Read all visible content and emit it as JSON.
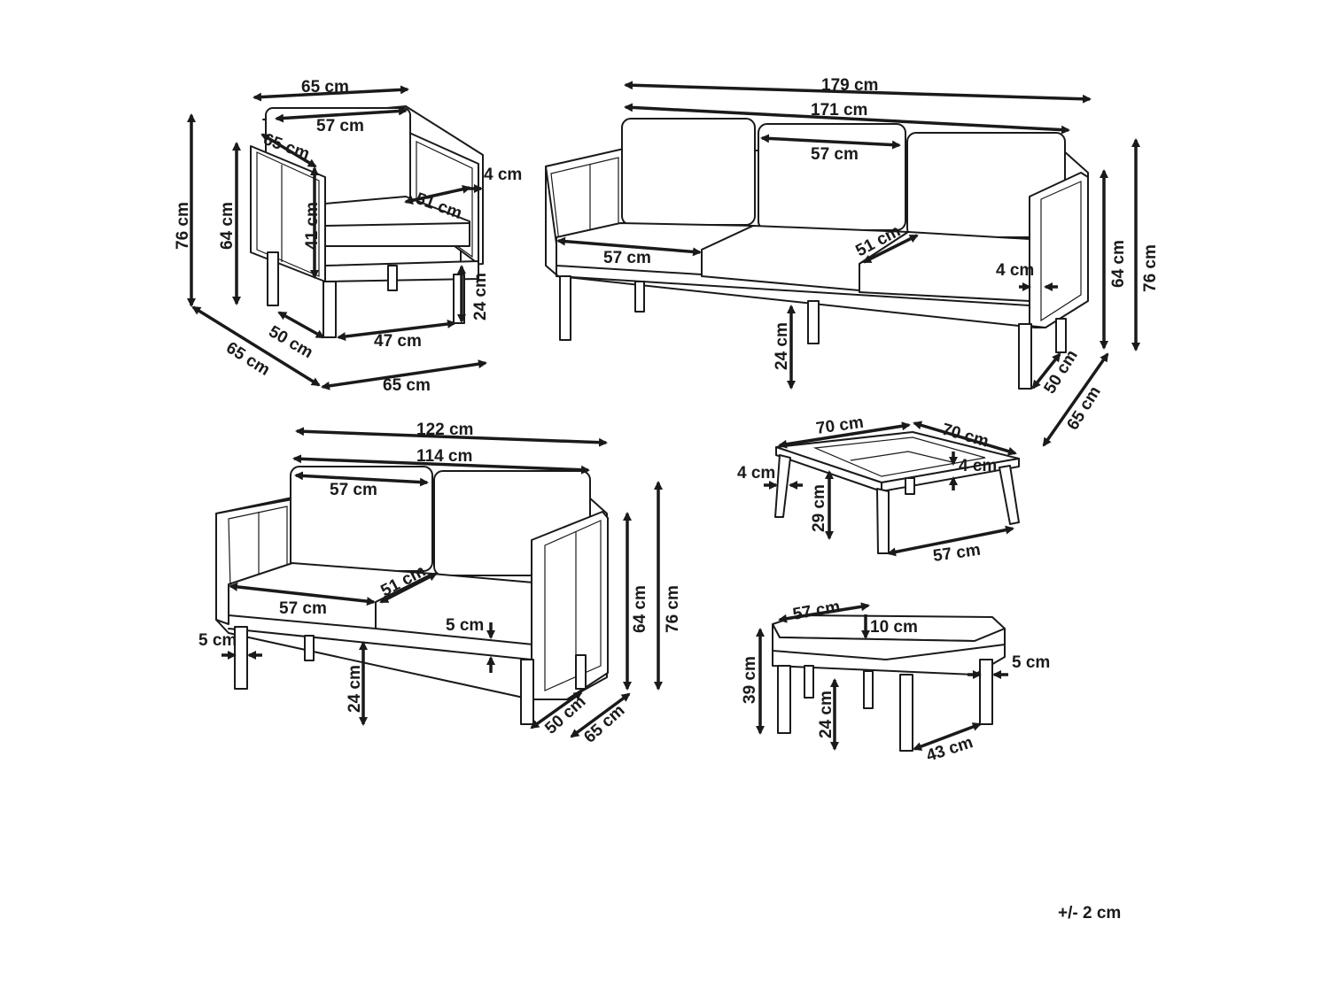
{
  "armchair": {
    "width": "65 cm",
    "backrest_width": "57 cm",
    "armrest_depth": "65 cm",
    "cushion_depth": "51 cm",
    "armrest_thickness": "4 cm",
    "total_height": "76 cm",
    "armrest_height": "64 cm",
    "backrest_height": "41 cm",
    "leg_height": "24 cm",
    "leg_depth": "50 cm",
    "leg_width": "47 cm",
    "total_depth": "65 cm",
    "base_width": "65 cm"
  },
  "sofa3": {
    "total_width": "179 cm",
    "inner_width": "171 cm",
    "backrest_width": "57 cm",
    "seat_width": "57 cm",
    "cushion_depth": "51 cm",
    "armrest_thickness": "4 cm",
    "leg_height": "24 cm",
    "armrest_height": "64 cm",
    "total_height": "76 cm",
    "leg_depth": "50 cm",
    "total_depth": "65 cm"
  },
  "sofa2": {
    "total_width": "122 cm",
    "inner_width": "114 cm",
    "backrest_width": "57 cm",
    "seat_width": "57 cm",
    "cushion_depth": "51 cm",
    "leg_inset": "5 cm",
    "frame_thickness": "5 cm",
    "leg_height": "24 cm",
    "armrest_height": "64 cm",
    "total_height": "76 cm",
    "leg_depth": "50 cm",
    "total_depth": "65 cm"
  },
  "table": {
    "width": "70 cm",
    "depth": "70 cm",
    "leg_inset": "4 cm",
    "top_thickness": "4 cm",
    "height": "29 cm",
    "leg_span": "57 cm"
  },
  "ottoman": {
    "width": "57 cm",
    "cushion_thickness": "10 cm",
    "height": "39 cm",
    "leg_height": "24 cm",
    "frame_thickness": "5 cm",
    "leg_span": "43 cm"
  },
  "tolerance": "+/- 2 cm"
}
